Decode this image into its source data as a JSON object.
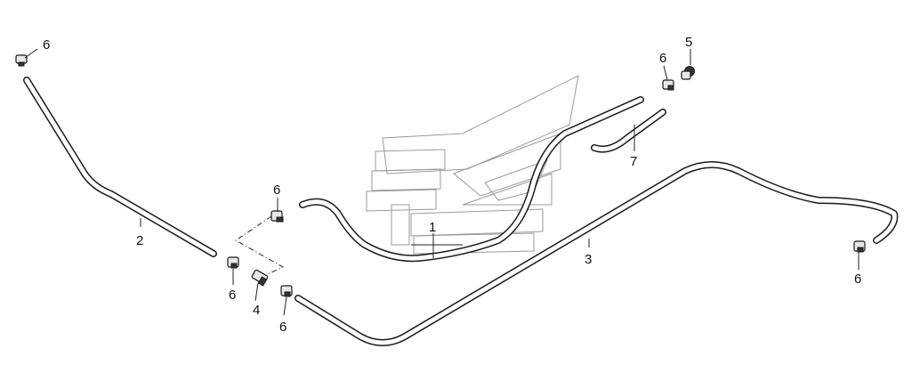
{
  "callouts": {
    "hose_1": "1",
    "hose_2": "2",
    "hose_3": "3",
    "fitting_4": "4",
    "cap_5": "5",
    "clip_6": "6",
    "hose_7": "7"
  }
}
